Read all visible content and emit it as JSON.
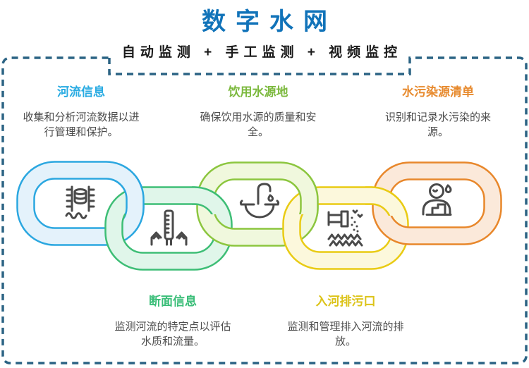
{
  "header": {
    "title": "数字水网",
    "title_color": "#1173B9",
    "subtitle": "自动监测 + 手工监测 + 视频监控",
    "subtitle_color": "#1A1A1A",
    "border_color": "#2B6384"
  },
  "text": {
    "description_color": "#4D4D4D"
  },
  "sections": [
    {
      "id": "river-info",
      "title": "河流信息",
      "title_color": "#29ABE2",
      "description": "收集和分析河流数据以进行管理和保护。",
      "row": "top"
    },
    {
      "id": "drinking-water-source",
      "title": "饮用水源地",
      "title_color": "#7CB93E",
      "description": "确保饮用水源的质量和安全。",
      "row": "top"
    },
    {
      "id": "pollution-source-list",
      "title": "水污染源清单",
      "title_color": "#E78A2E",
      "description": "识别和记录水污染的来源。",
      "row": "top"
    },
    {
      "id": "section-info",
      "title": "断面信息",
      "title_color": "#3BBE79",
      "description": "监测河流的特定点以评估水质和流量。",
      "row": "bottom"
    },
    {
      "id": "sewage-outlet",
      "title": "入河排污口",
      "title_color": "#DCC319",
      "description": "监测和管理排入河流的排放。",
      "row": "bottom"
    }
  ],
  "chain": {
    "icon_color": "#4A4A4A",
    "rings": [
      {
        "name": "river-info-ring",
        "icon": "water-level-gauge-icon",
        "border_color": "#2BA7E0",
        "band_color": "#E4F2FB"
      },
      {
        "name": "section-info-ring",
        "icon": "cross-section-gauge-icon",
        "border_color": "#3EBE76",
        "band_color": "#E0F6EA"
      },
      {
        "name": "drinking-water-ring",
        "icon": "faucet-basin-icon",
        "border_color": "#8CC63F",
        "band_color": "#F0F8DD"
      },
      {
        "name": "sewage-outlet-ring",
        "icon": "outfall-pipe-icon",
        "border_color": "#E9CB14",
        "band_color": "#FCF8DC"
      },
      {
        "name": "pollution-source-ring",
        "icon": "person-drop-icon",
        "border_color": "#E8872B",
        "band_color": "#FBE9DA"
      }
    ]
  }
}
